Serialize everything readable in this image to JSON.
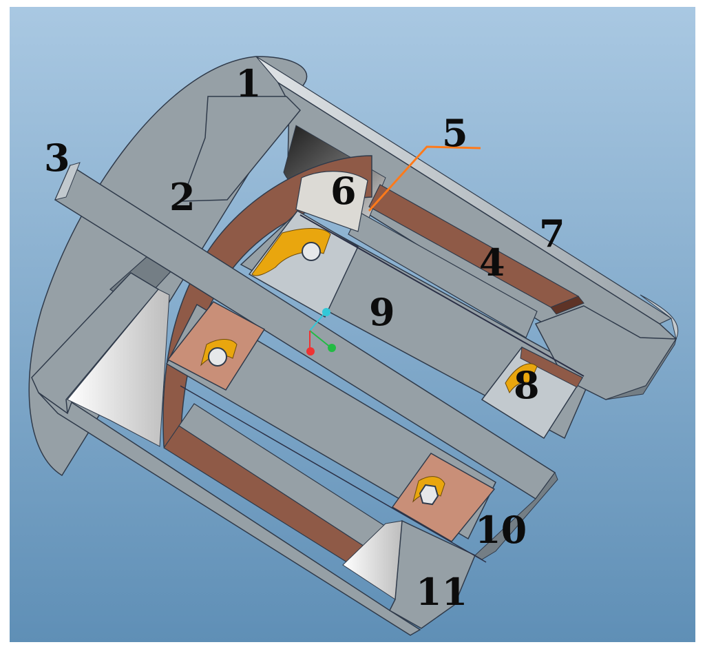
{
  "colors": {
    "frame": "#ffffff",
    "background_top": "#a9c8e2",
    "background_bottom": "#5f8fb6",
    "steel": "#96a0a6",
    "steel_light": "#c2c9ce",
    "steel_dark": "#747e85",
    "copper": "#8f5a47",
    "copper_light": "#c98f78",
    "copper_dark": "#5e3326",
    "cavity": "#ececec",
    "cavity_dark": "#2b2b2b",
    "gold": "#e9a60e",
    "leader": "#ff7a1a",
    "edge": "#2f3a4a",
    "label": "#0c0c0c",
    "axis_x": "#ee3333",
    "axis_y": "#22bb44",
    "axis_z": "#33c8d8"
  },
  "icons": {
    "coordinate_triad": "coordinate-axes-icon"
  },
  "labels": [
    {
      "id": "1",
      "text": "1"
    },
    {
      "id": "2",
      "text": "2"
    },
    {
      "id": "3",
      "text": "3"
    },
    {
      "id": "4",
      "text": "4"
    },
    {
      "id": "5",
      "text": "5"
    },
    {
      "id": "6",
      "text": "6"
    },
    {
      "id": "7",
      "text": "7"
    },
    {
      "id": "8",
      "text": "8"
    },
    {
      "id": "9",
      "text": "9"
    },
    {
      "id": "10",
      "text": "10"
    },
    {
      "id": "11",
      "text": "11"
    }
  ]
}
